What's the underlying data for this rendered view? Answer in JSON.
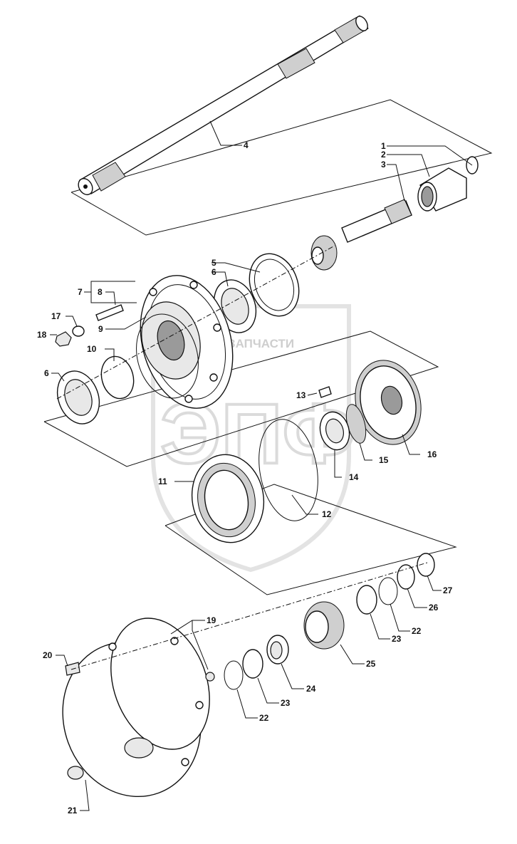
{
  "watermark": {
    "brand_line": "ТЕХНИКА ЗАПЧАСТИ",
    "logo_letters": "ЭПФ"
  },
  "callouts": {
    "c1": "1",
    "c2": "2",
    "c3": "3",
    "c4": "4",
    "c5": "5",
    "c6a": "6",
    "c7": "7",
    "c8": "8",
    "c9": "9",
    "c10": "10",
    "c17": "17",
    "c18": "18",
    "c6b": "6",
    "c13": "13",
    "c16": "16",
    "c15": "15",
    "c14": "14",
    "c11": "11",
    "c12": "12",
    "c27": "27",
    "c26": "26",
    "c22a": "22",
    "c23a": "23",
    "c25": "25",
    "c24": "24",
    "c23b": "23",
    "c22b": "22",
    "c19": "19",
    "c20": "20",
    "c21": "21"
  }
}
